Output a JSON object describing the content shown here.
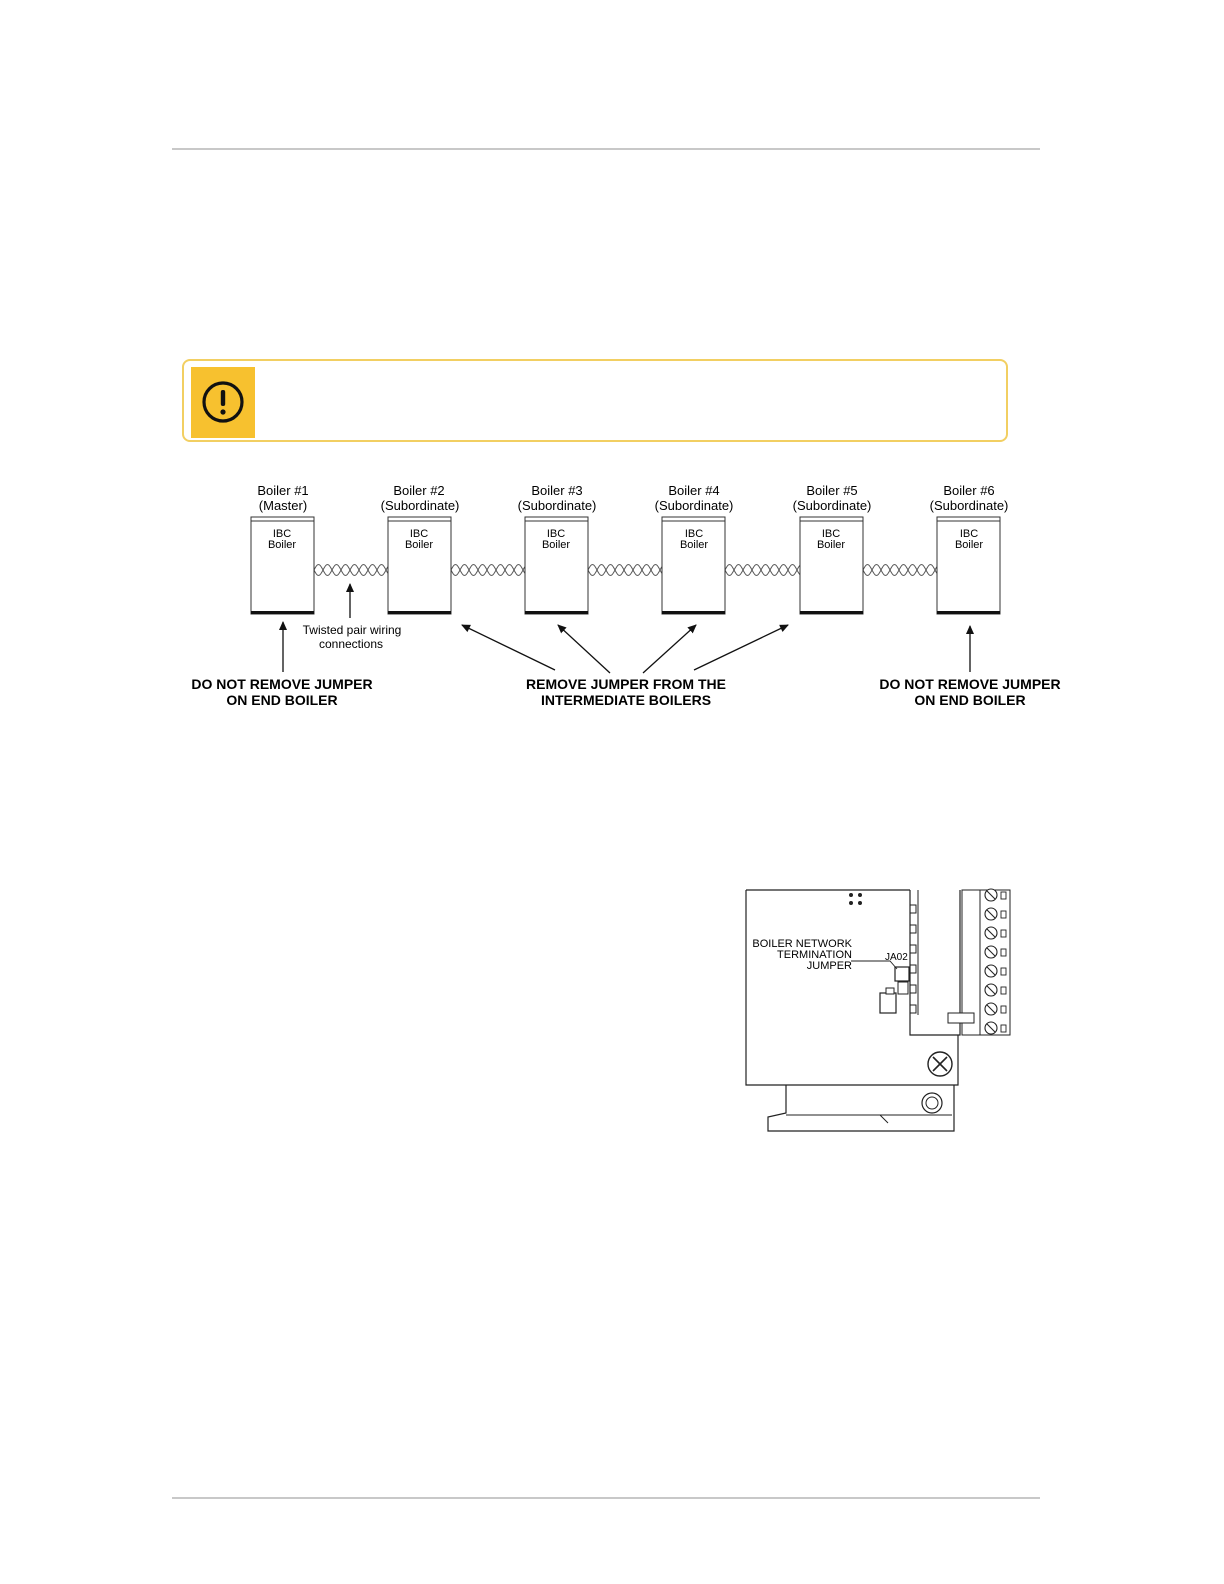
{
  "diagram": {
    "boilers": [
      {
        "name": "Boiler #1",
        "role": "(Master)",
        "unit_line1": "IBC",
        "unit_line2": "Boiler"
      },
      {
        "name": "Boiler #2",
        "role": "(Subordinate)",
        "unit_line1": "IBC",
        "unit_line2": "Boiler"
      },
      {
        "name": "Boiler #3",
        "role": "(Subordinate)",
        "unit_line1": "IBC",
        "unit_line2": "Boiler"
      },
      {
        "name": "Boiler #4",
        "role": "(Subordinate)",
        "unit_line1": "IBC",
        "unit_line2": "Boiler"
      },
      {
        "name": "Boiler #5",
        "role": "(Subordinate)",
        "unit_line1": "IBC",
        "unit_line2": "Boiler"
      },
      {
        "name": "Boiler #6",
        "role": "(Subordinate)",
        "unit_line1": "IBC",
        "unit_line2": "Boiler"
      }
    ],
    "wiring_label_line1": "Twisted pair wiring",
    "wiring_label_line2": "connections",
    "left_callout_line1": "DO NOT REMOVE JUMPER",
    "left_callout_line2": "ON END BOILER",
    "middle_callout_line1": "REMOVE JUMPER FROM THE",
    "middle_callout_line2": "INTERMEDIATE BOILERS",
    "right_callout_line1": "DO NOT REMOVE JUMPER",
    "right_callout_line2": "ON END BOILER"
  },
  "jumper_figure": {
    "label_line1": "BOILER NETWORK",
    "label_line2": "TERMINATION",
    "label_line3": "JUMPER",
    "jumper_id": "JA02"
  },
  "caution": {
    "icon": "exclamation-circle-icon",
    "accent_color": "#f7c12f",
    "border_color": "#f2cf62"
  }
}
